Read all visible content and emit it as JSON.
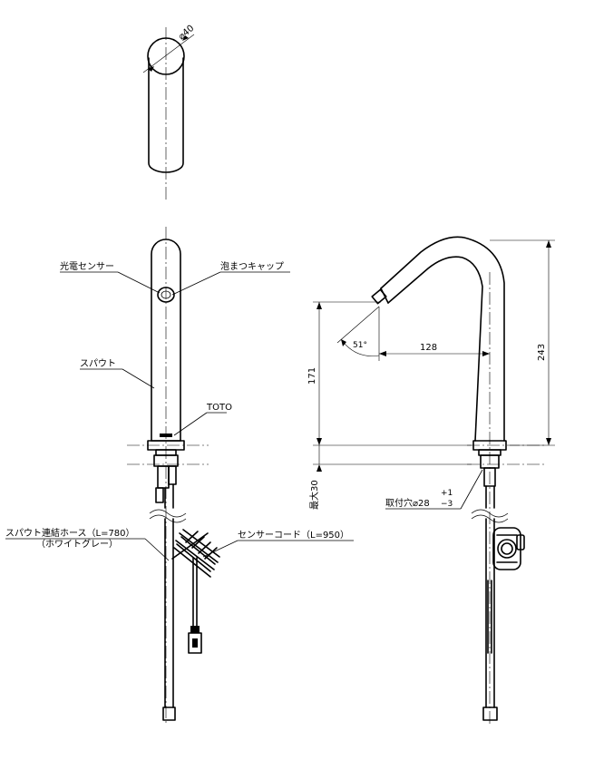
{
  "dimensions": {
    "top_diameter": "⌀40",
    "height_total": "243",
    "height_outlet": "171",
    "reach": "128",
    "spray_angle": "51°",
    "max_thickness": "最大30",
    "mount_hole_label": "取付穴⌀28",
    "mount_hole_tol_plus": "+1",
    "mount_hole_tol_minus": "−3"
  },
  "labels": {
    "photo_sensor": "光電センサー",
    "aerator_cap": "泡まつキャップ",
    "spout": "スパウト",
    "brand": "TOTO",
    "hose_line1": "スパウト連結ホース（L=780）",
    "hose_line2": "（ホワイトグレー）",
    "sensor_cord": "センサーコード（L=950）"
  }
}
